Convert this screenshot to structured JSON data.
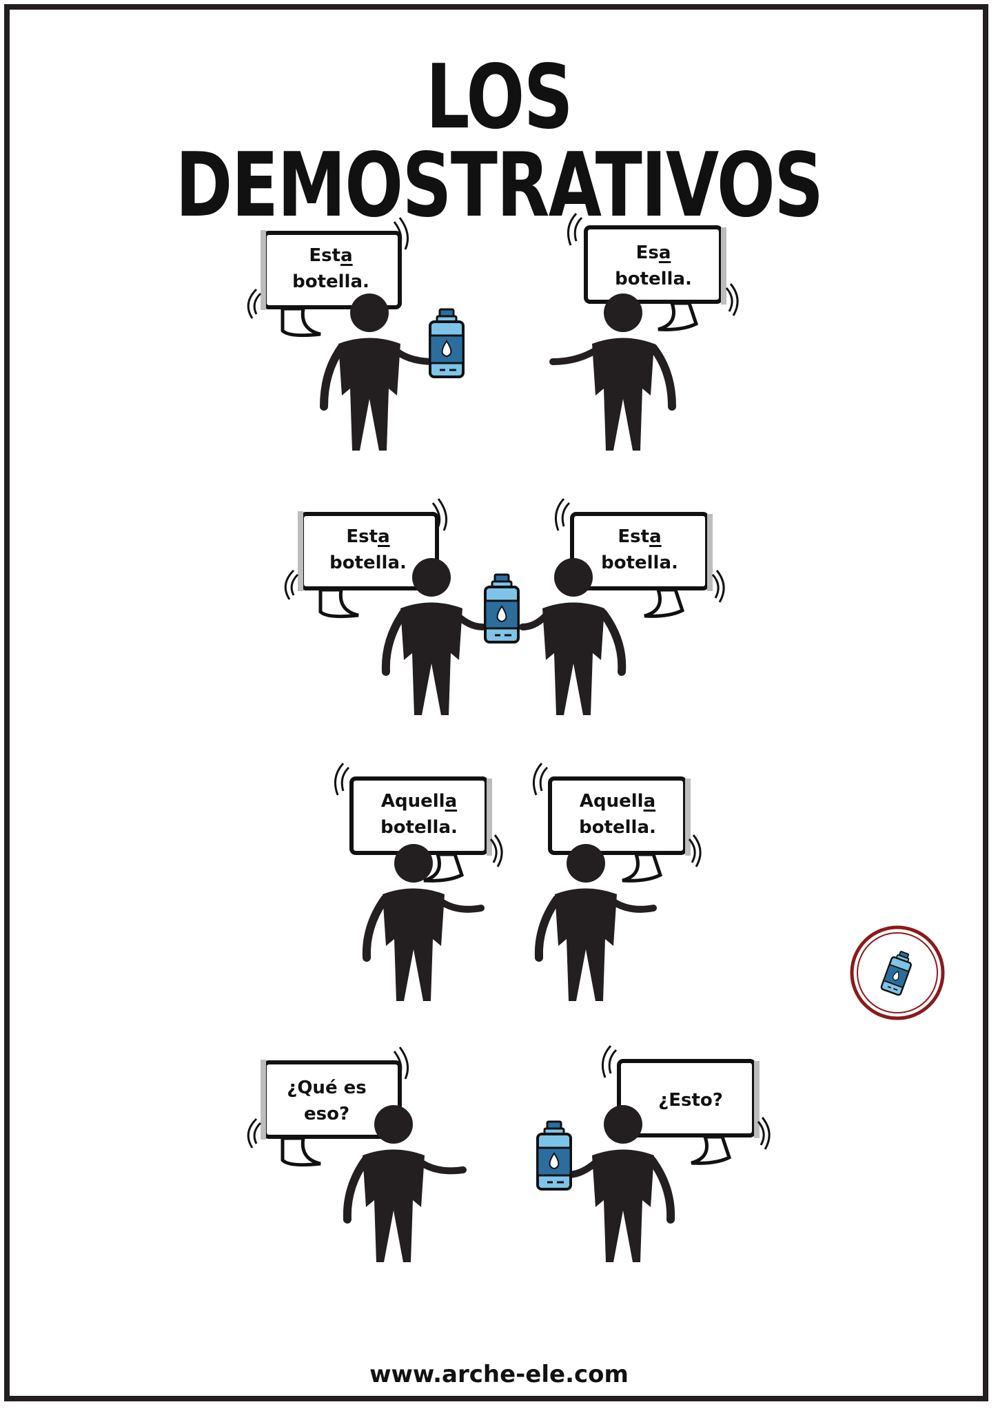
{
  "title": "LOS DEMOSTRATIVOS",
  "scenes": [
    {
      "left": {
        "stem": "Est",
        "ending": "a",
        "noun": "botella."
      },
      "right": {
        "stem": "Es",
        "ending": "a",
        "noun": "botella."
      }
    },
    {
      "left": {
        "stem": "Est",
        "ending": "a",
        "noun": "botella."
      },
      "right": {
        "stem": "Est",
        "ending": "a",
        "noun": "botella."
      }
    },
    {
      "left": {
        "stem": "Aquell",
        "ending": "a",
        "noun": "botella."
      },
      "right": {
        "stem": "Aquell",
        "ending": "a",
        "noun": "botella."
      }
    },
    {
      "left": {
        "line1": "¿Qué es",
        "line2": "eso?"
      },
      "right": {
        "line1": "¿Esto?"
      }
    }
  ],
  "footer": "www.arche-ele.com",
  "colors": {
    "figure": "#231f20",
    "bottle_light": "#7ec4e8",
    "bottle_dark": "#2b6e9e",
    "badge_ring": "#8b1a1a"
  },
  "icons": [
    "water-bottle-icon",
    "speech-bubble-icon",
    "person-figure-icon",
    "badge-bottle-icon"
  ]
}
